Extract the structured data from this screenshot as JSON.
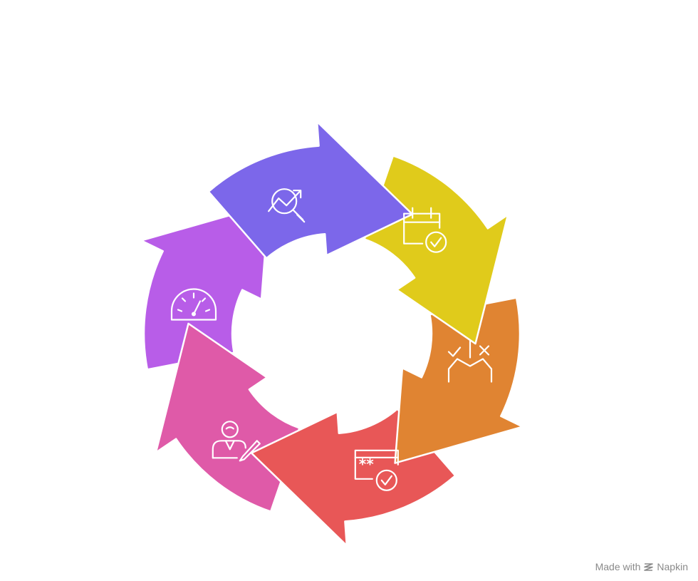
{
  "diagram": {
    "type": "circular-cycle",
    "segment_count": 6,
    "segments": [
      {
        "id": "analysis",
        "color": "#7C67EA",
        "icon": "trend-search-icon"
      },
      {
        "id": "schedule",
        "color": "#E0CB1B",
        "icon": "calendar-check-icon"
      },
      {
        "id": "decision",
        "color": "#E08432",
        "icon": "decision-fork-icon"
      },
      {
        "id": "security",
        "color": "#E85757",
        "icon": "password-check-icon"
      },
      {
        "id": "profile",
        "color": "#DF5AA8",
        "icon": "user-edit-icon"
      },
      {
        "id": "performance",
        "color": "#B85DE8",
        "icon": "speedometer-icon"
      }
    ]
  },
  "watermark": {
    "text": "Made with",
    "brand": "Napkin",
    "icon": "napkin-logo-icon",
    "color": "#8a8a8a"
  }
}
